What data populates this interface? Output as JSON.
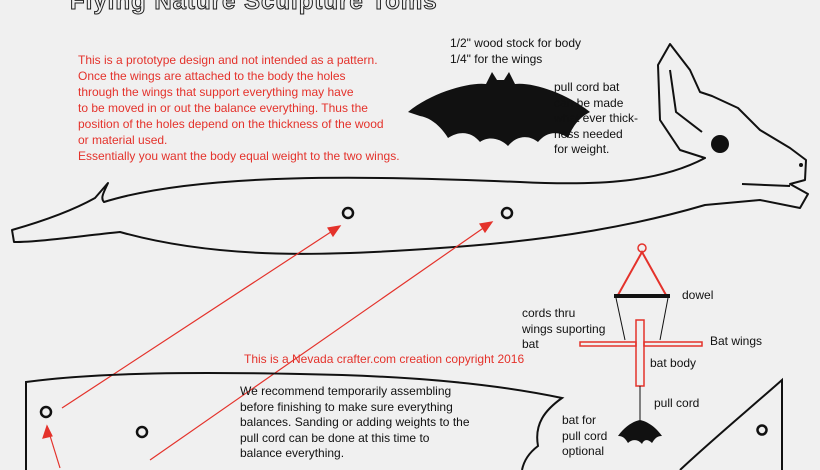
{
  "title": "Flying Nature Sculpture Toms",
  "intro_note": [
    "This is a prototype design and not intended as a pattern.",
    "Once the wings are attached to the body the holes",
    "through the wings that support everything may have",
    "to be moved in or out the balance everything. Thus the",
    "position of the holes depend on the thickness of the wood",
    "or material used.",
    "Essentially you want the body equal weight to the two wings."
  ],
  "stock_note": [
    "1/2\" wood stock for body",
    "1/4\" for the wings"
  ],
  "pull_cord_note": [
    "pull cord bat",
    "can be made",
    "what ever thick-",
    "ness needed",
    "for weight."
  ],
  "copyright": "This is a Nevada crafter.com creation copyright 2016",
  "assembly_note": [
    "We recommend temporarily assembling",
    "before finishing to make sure everything",
    "balances. Sanding or adding weights to the",
    "pull cord can be done at this time to",
    "balance everything."
  ],
  "labels": {
    "dowel": "dowel",
    "cords": [
      "cords thru",
      "wings suporting",
      "bat"
    ],
    "bat_wings": "Bat wings",
    "bat_body": "bat body",
    "pull_cord": "pull cord",
    "optional": [
      "bat for",
      "pull cord",
      "optional"
    ]
  },
  "colors": {
    "accent": "#e4322b",
    "ink": "#111111",
    "background": "#f0f0f0"
  }
}
